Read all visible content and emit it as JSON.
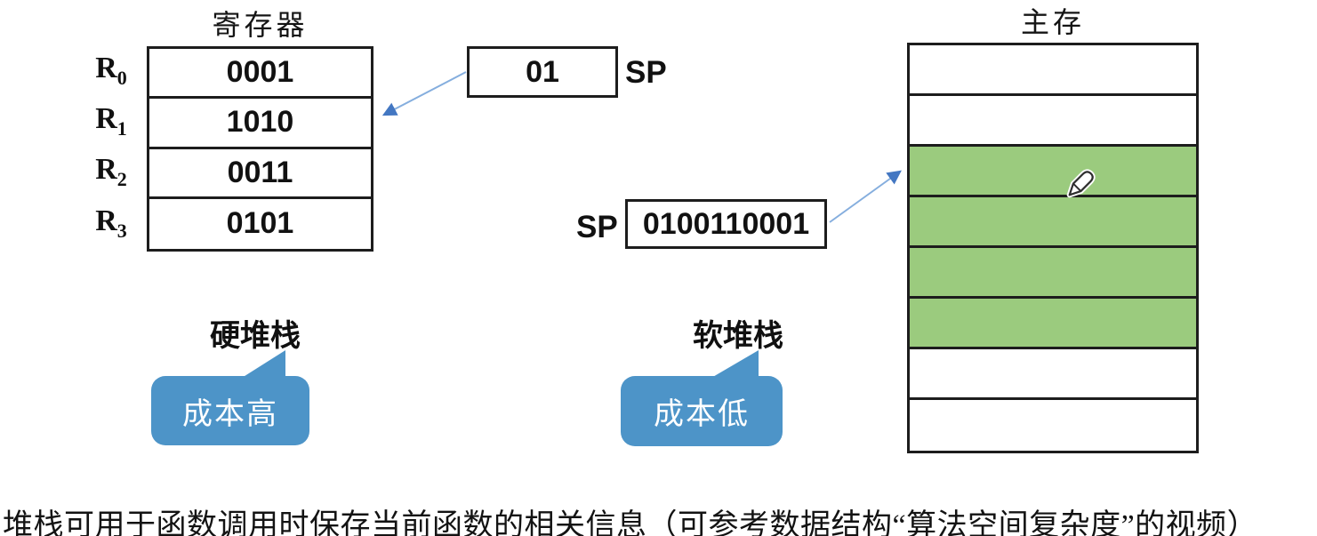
{
  "register_panel": {
    "title": "寄存器",
    "rows": [
      {
        "label": "R",
        "sub": "0",
        "value": "0001"
      },
      {
        "label": "R",
        "sub": "1",
        "value": "1010"
      },
      {
        "label": "R",
        "sub": "2",
        "value": "0011"
      },
      {
        "label": "R",
        "sub": "3",
        "value": "0101"
      }
    ],
    "stack_label": "硬堆栈",
    "bubble_label": "成本高"
  },
  "sp_register": {
    "value": "01",
    "label": "SP"
  },
  "sp_memory": {
    "label": "SP",
    "value": "0100110001"
  },
  "memory_panel": {
    "title": "主存",
    "row_count": 8,
    "highlighted_rows": [
      3,
      4,
      5,
      6
    ],
    "stack_label": "软堆栈",
    "bubble_label": "成本低"
  },
  "caption": "堆栈可用于函数调用时保存当前函数的相关信息（可参考数据结构“算法空间复杂度”的视频）",
  "colors": {
    "highlight_green": "#9BCB7E",
    "bubble_blue": "#4D94C8",
    "arrow_line": "#85AEDE",
    "arrow_head": "#4377C2",
    "border_black": "#1d1d1d"
  },
  "icons": {
    "pen": "pen-cursor-icon"
  }
}
